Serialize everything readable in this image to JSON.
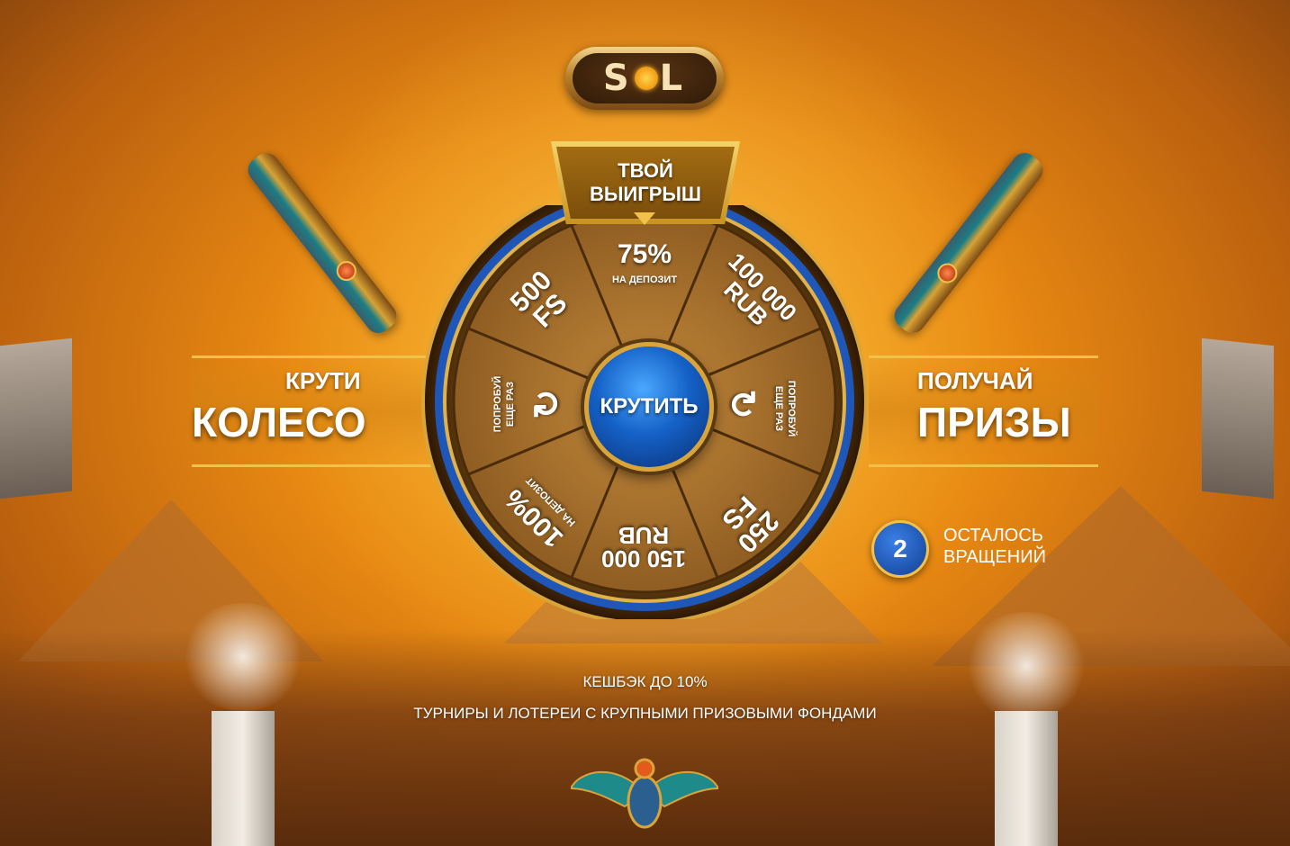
{
  "logo": {
    "left_letter": "S",
    "right_letter": "L"
  },
  "banner_left": {
    "line1": "КРУТИ",
    "line2": "КОЛЕСО"
  },
  "banner_right": {
    "line1": "ПОЛУЧАЙ",
    "line2": "ПРИЗЫ"
  },
  "win_flag": {
    "line1": "ТВОЙ",
    "line2": "ВЫИГРЫШ"
  },
  "wheel": {
    "segments": [
      {
        "big": "75%",
        "small": "НА ДЕПОЗИТ"
      },
      {
        "big": "100 000",
        "small": "RUB"
      },
      {
        "big": "ПОПРОБУЙ",
        "small": "ЕЩЕ РАЗ"
      },
      {
        "big": "250",
        "small": "FS"
      },
      {
        "big": "150 000",
        "small": "RUB"
      },
      {
        "big": "100%",
        "small": "НА ДЕПОЗИТ"
      },
      {
        "big": "ПОПРОБУЙ",
        "small": "ЕЩЕ РАЗ"
      },
      {
        "big": "500",
        "small": "FS"
      }
    ],
    "spin_label": "КРУТИТЬ",
    "retry_symbol": "↻"
  },
  "spins": {
    "count": "2",
    "line1": "ОСТАЛОСЬ",
    "line2": "ВРАЩЕНИЙ"
  },
  "footer": {
    "line1": "КЕШБЭК ДО 10%",
    "line2": "ТУРНИРЫ И ЛОТЕРЕИ С КРУПНЫМИ ПРИЗОВЫМИ ФОНДАМИ"
  },
  "colors": {
    "gold": "#f1c14c",
    "blue": "#1561c7",
    "orange": "#e88912"
  }
}
